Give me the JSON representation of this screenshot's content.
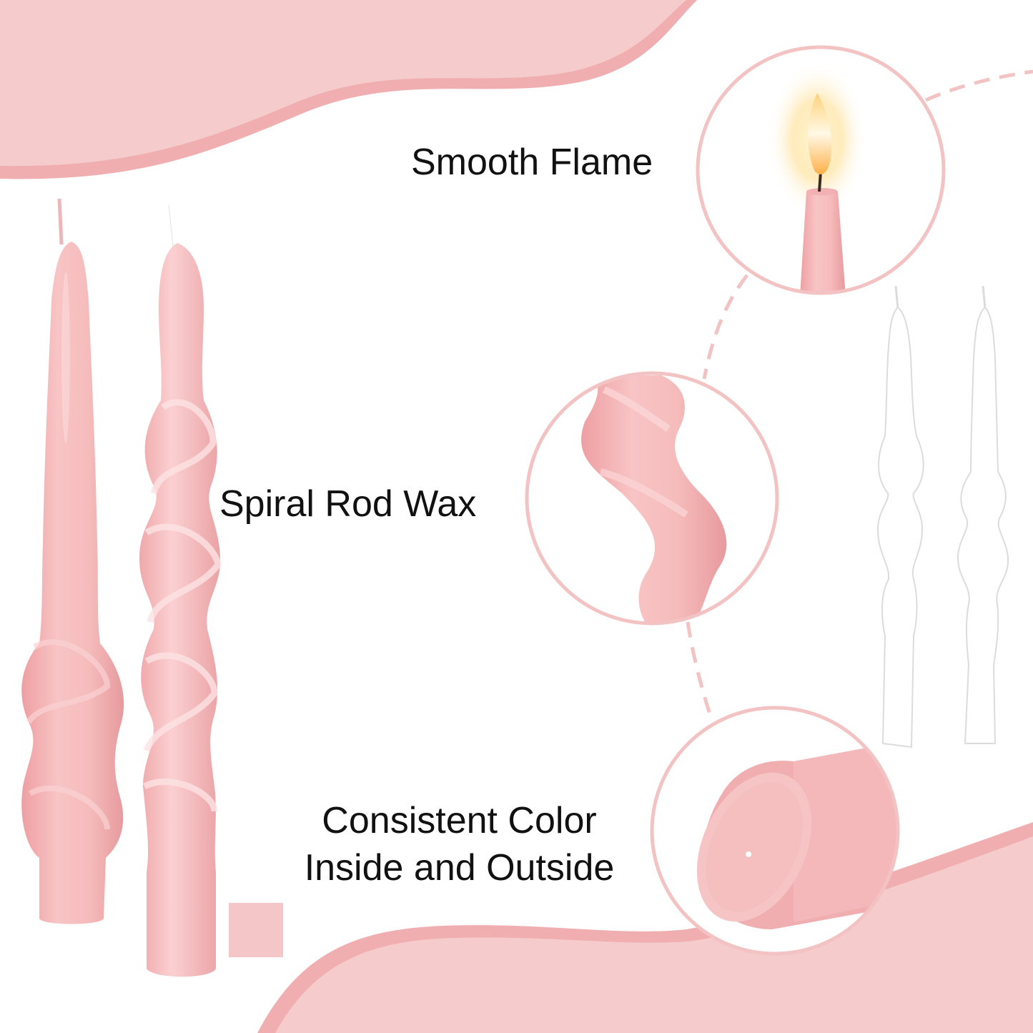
{
  "features": {
    "flame": "Smooth Flame",
    "spiral": "Spiral Rod Wax",
    "color_line1": "Consistent Color",
    "color_line2": "Inside and Outside"
  },
  "colors": {
    "background": "#ffffff",
    "blob_pink": "#f5cbcb",
    "blob_accent": "#f0aeb0",
    "candle_pink": "#f6bcbc",
    "candle_shadow": "#e8a0a2",
    "circle_outline": "#f3c2c3",
    "swatch": "#f5c6c7",
    "white_candle_outline": "#dcdcdc"
  },
  "icons": [
    "flame-icon",
    "color-swatch-icon"
  ]
}
